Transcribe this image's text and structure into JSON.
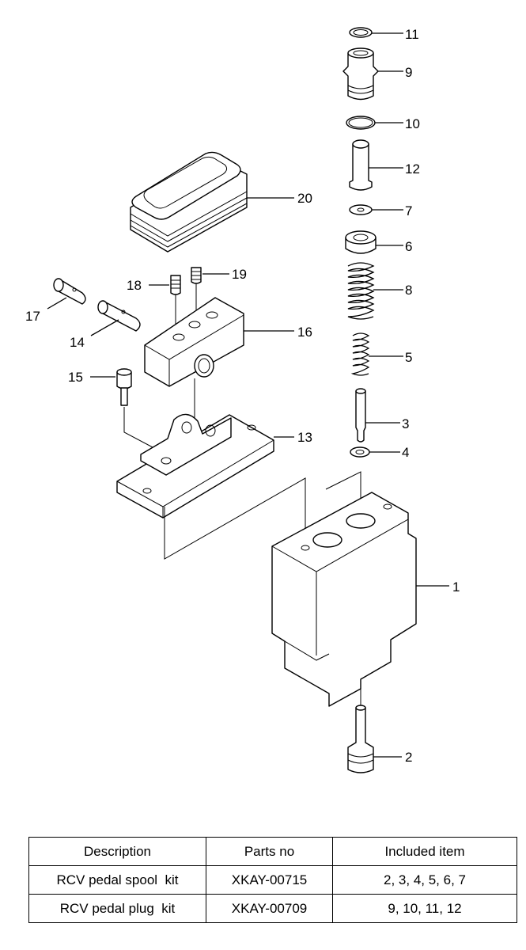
{
  "callouts": [
    "1",
    "2",
    "3",
    "4",
    "5",
    "6",
    "7",
    "8",
    "9",
    "10",
    "11",
    "12",
    "13",
    "14",
    "15",
    "16",
    "17",
    "18",
    "19",
    "20"
  ],
  "kit_table": {
    "headers": [
      "Description",
      "Parts no",
      "Included item"
    ],
    "rows": [
      [
        "RCV pedal spool  kit",
        "XKAY-00715",
        "2, 3, 4, 5, 6, 7"
      ],
      [
        "RCV pedal plug  kit",
        "XKAY-00709",
        "9, 10, 11, 12"
      ]
    ]
  }
}
